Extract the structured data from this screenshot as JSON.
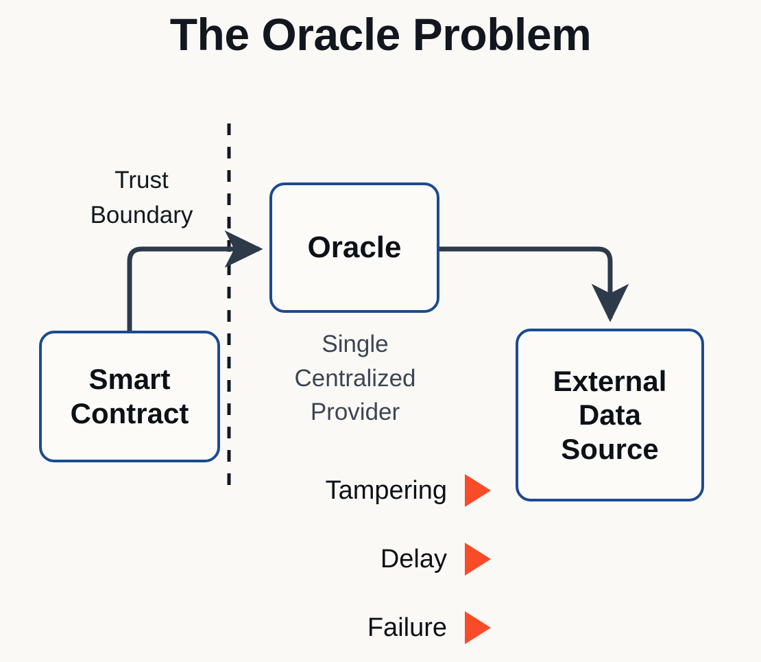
{
  "diagram": {
    "title": "The Oracle Problem",
    "background_color": "#fbf9f5",
    "node_border_color": "#1b4a8f",
    "connector_color": "#2d3a4a",
    "risk_marker_color": "#fa4b28",
    "caption_color": "#3b4654"
  },
  "boundary": {
    "label_line1": "Trust",
    "label_line2": "Boundary",
    "style": "dashed-vertical"
  },
  "nodes": {
    "smart_contract": {
      "line1": "Smart",
      "line2": "Contract"
    },
    "oracle": {
      "line1": "Oracle",
      "caption_line1": "Single",
      "caption_line2": "Centralized",
      "caption_line3": "Provider"
    },
    "external_data_source": {
      "line1": "External",
      "line2": "Data",
      "line3": "Source"
    }
  },
  "risks": [
    {
      "label": "Tampering"
    },
    {
      "label": "Delay"
    },
    {
      "label": "Failure"
    }
  ]
}
